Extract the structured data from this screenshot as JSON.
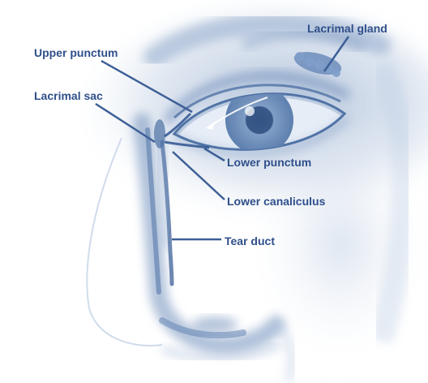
{
  "diagram": {
    "labels": {
      "lacrimal_gland": "Lacrimal gland",
      "upper_punctum": "Upper punctum",
      "lacrimal_sac": "Lacrimal sac",
      "lower_punctum": "Lower punctum",
      "lower_canaliculus": "Lower canaliculus",
      "tear_duct": "Tear duct"
    }
  },
  "colors": {
    "label_text": "#2f4f8a",
    "leader_line": "#3d5f96",
    "illustration_blue": "#7f9cc2",
    "background": "#ffffff"
  }
}
